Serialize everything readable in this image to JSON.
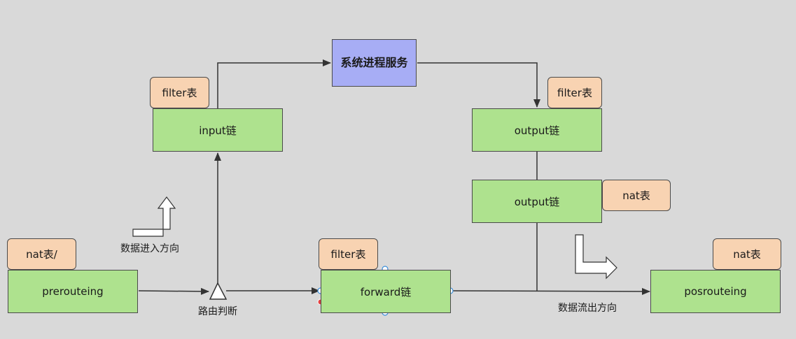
{
  "nodes": {
    "system_process": "系统进程服务",
    "input_chain": "input链",
    "input_filter": "filter表",
    "output_chain_top": "output链",
    "output_filter": "filter表",
    "output_chain_bottom": "output链",
    "output_nat": "nat表",
    "prerouting": "prerouteing",
    "prerouting_nat": "nat表/",
    "forward_chain": "forward链",
    "forward_filter": "filter表",
    "postrouting": "posrouteing",
    "postrouting_nat": "nat表"
  },
  "labels": {
    "route_decision": "路由判断",
    "data_in_direction": "数据进入方向",
    "data_out_direction": "数据流出方向"
  },
  "colors": {
    "background": "#d9d9d9",
    "chain_fill": "#aee28e",
    "table_fill": "#f8d3b2",
    "process_fill": "#a7adf5",
    "line": "#333333"
  }
}
